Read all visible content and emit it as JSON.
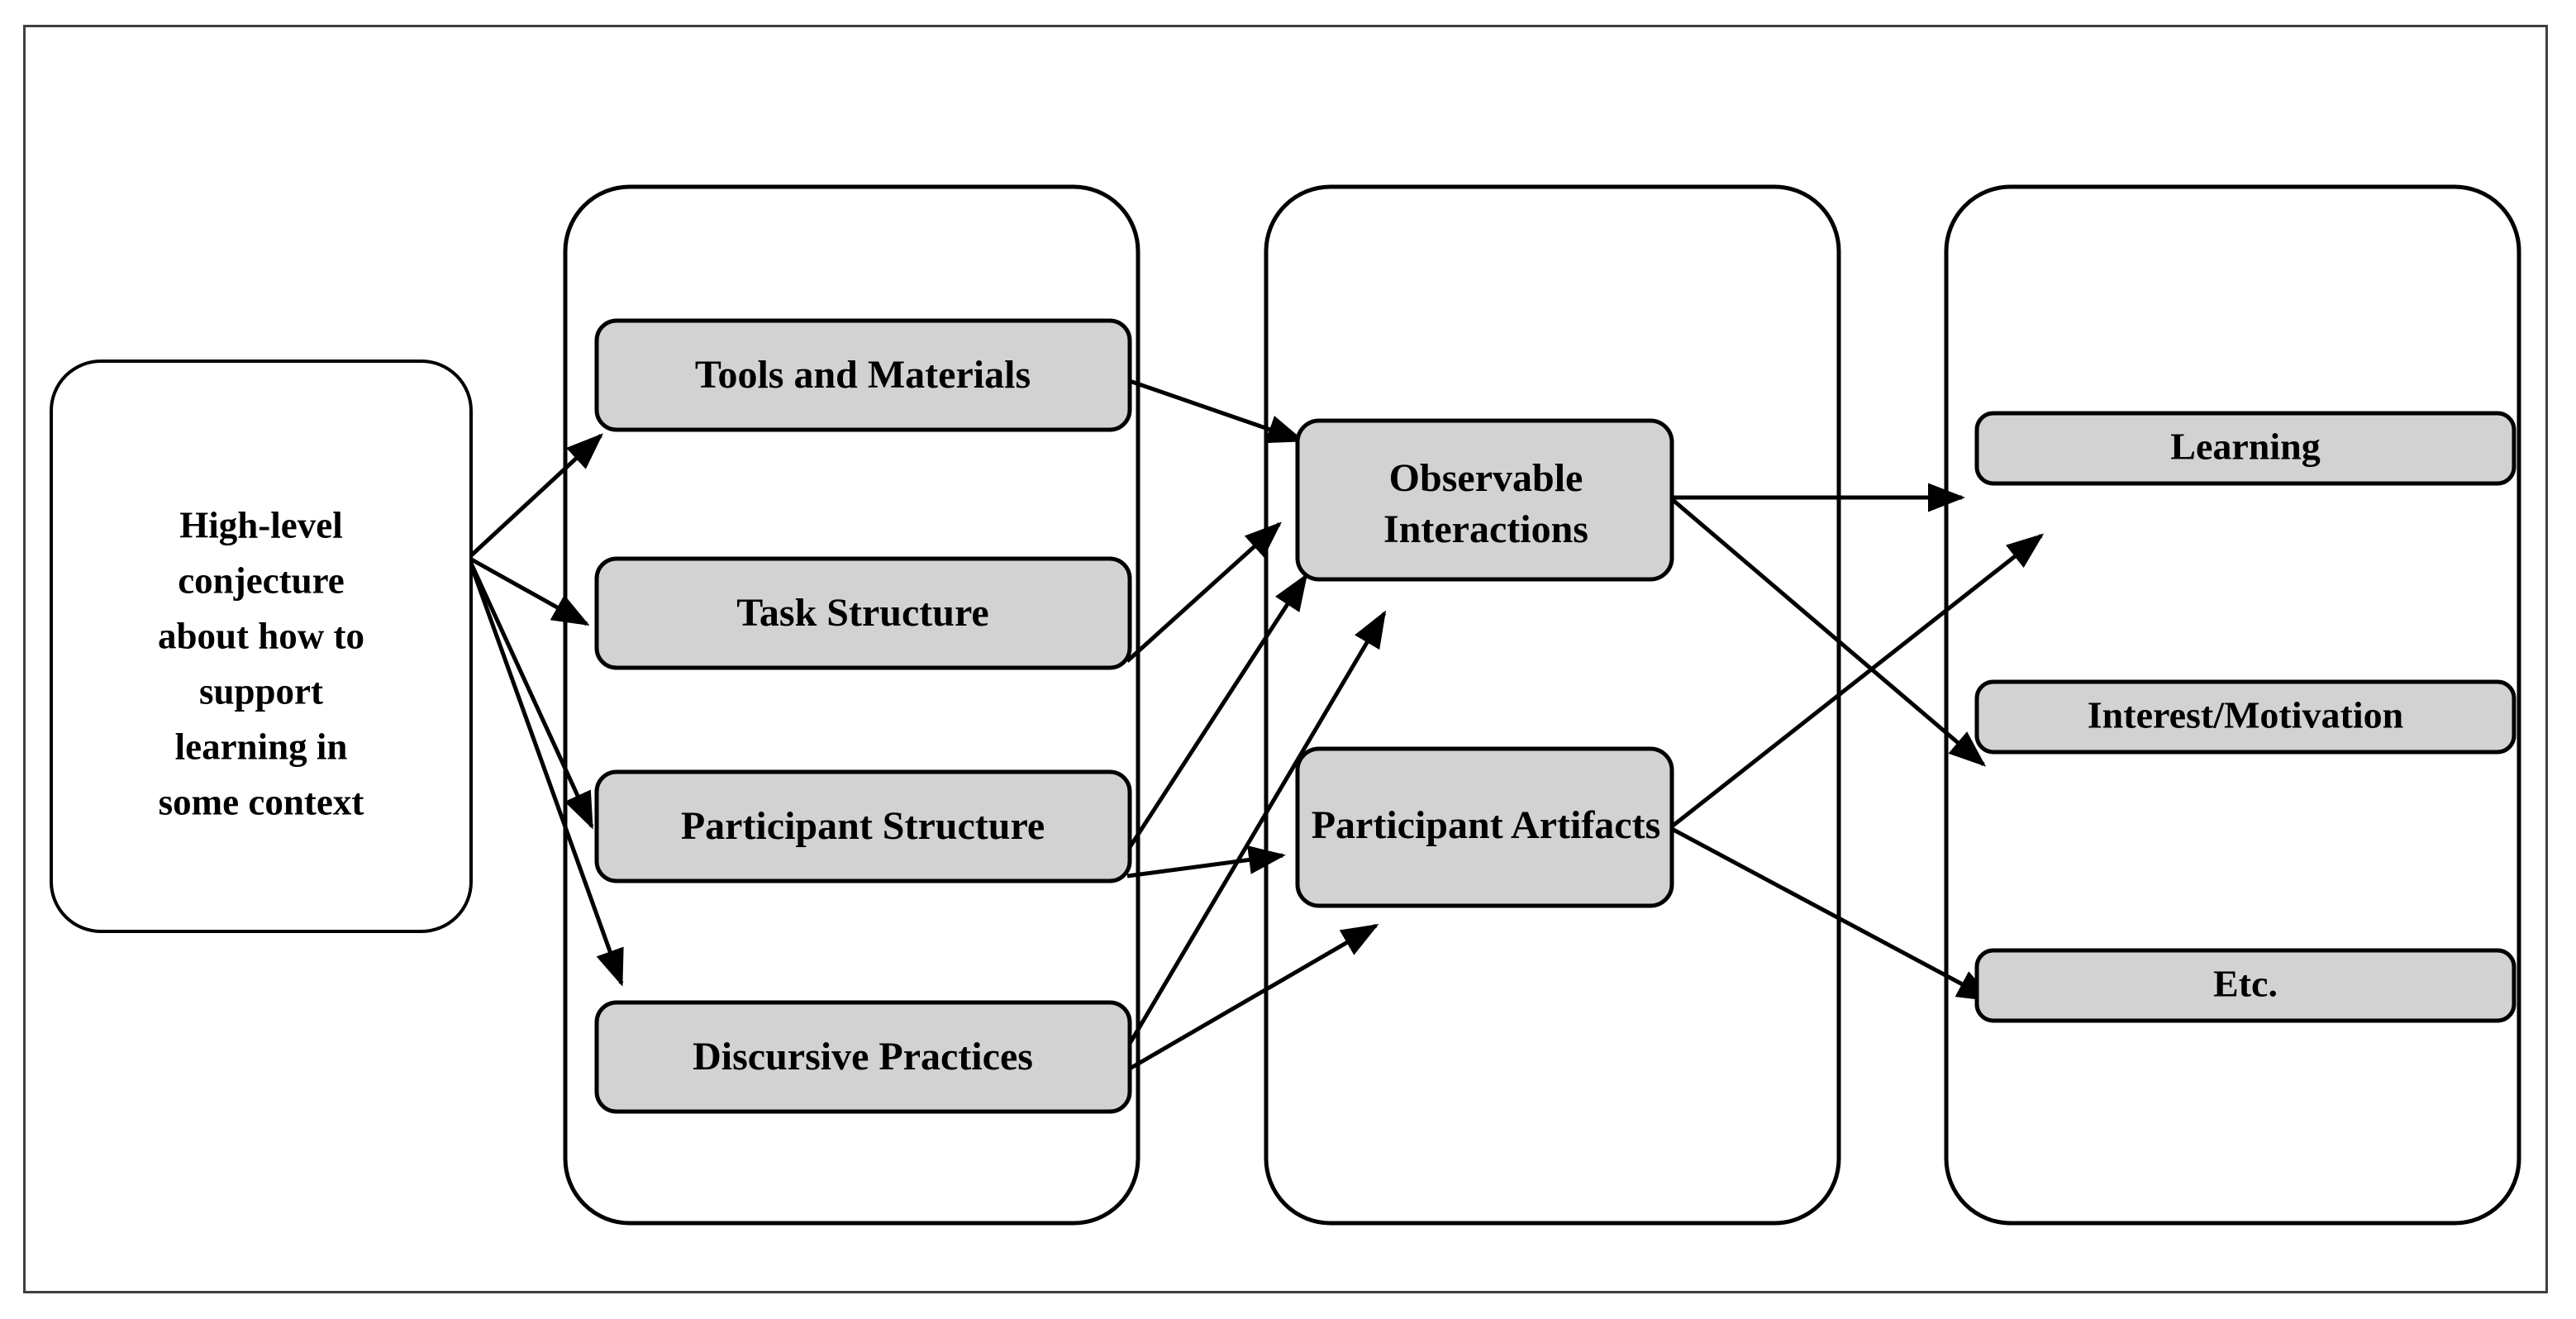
{
  "figure": {
    "title": "Conjecture map diagram",
    "background_color": "#ffffff",
    "frame_color": "#3f3f3f",
    "node_fill_gray": "#d2d2d2",
    "node_fill_white": "#ffffff",
    "stroke_color": "#000000"
  },
  "conjecture": {
    "name": "high-level-conjecture",
    "lines": [
      "High-level",
      "conjecture",
      "about how to",
      "support",
      "learning in",
      "some context"
    ]
  },
  "embodiment": {
    "name": "embodiment-group",
    "nodes": [
      {
        "id": "tools-and-materials",
        "label": "Tools and Materials"
      },
      {
        "id": "task-structure",
        "label": "Task Structure"
      },
      {
        "id": "participant-structure",
        "label": "Participant Structure"
      },
      {
        "id": "discursive-practices",
        "label": "Discursive Practices"
      }
    ]
  },
  "mediating_processes": {
    "name": "mediating-processes-group",
    "nodes": [
      {
        "id": "observable-interactions",
        "label": "Observable Interactions",
        "lines": [
          "Observable",
          "Interactions"
        ]
      },
      {
        "id": "participant-artifacts",
        "label": "Participant Artifacts",
        "lines": [
          "Participant Artifacts"
        ]
      }
    ]
  },
  "outcomes": {
    "name": "outcomes-group",
    "nodes": [
      {
        "id": "learning",
        "label": "Learning"
      },
      {
        "id": "interest-motivation",
        "label": "Interest/Motivation"
      },
      {
        "id": "etc",
        "label": "Etc."
      }
    ]
  },
  "edges": [
    {
      "from": "high-level-conjecture",
      "to": "tools-and-materials"
    },
    {
      "from": "high-level-conjecture",
      "to": "task-structure"
    },
    {
      "from": "high-level-conjecture",
      "to": "participant-structure"
    },
    {
      "from": "high-level-conjecture",
      "to": "discursive-practices"
    },
    {
      "from": "tools-and-materials",
      "to": "observable-interactions"
    },
    {
      "from": "task-structure",
      "to": "observable-interactions"
    },
    {
      "from": "participant-structure",
      "to": "observable-interactions"
    },
    {
      "from": "participant-structure",
      "to": "participant-artifacts"
    },
    {
      "from": "discursive-practices",
      "to": "observable-interactions"
    },
    {
      "from": "discursive-practices",
      "to": "participant-artifacts"
    },
    {
      "from": "observable-interactions",
      "to": "learning"
    },
    {
      "from": "observable-interactions",
      "to": "interest-motivation"
    },
    {
      "from": "participant-artifacts",
      "to": "interest-motivation"
    },
    {
      "from": "participant-artifacts",
      "to": "etc"
    }
  ]
}
